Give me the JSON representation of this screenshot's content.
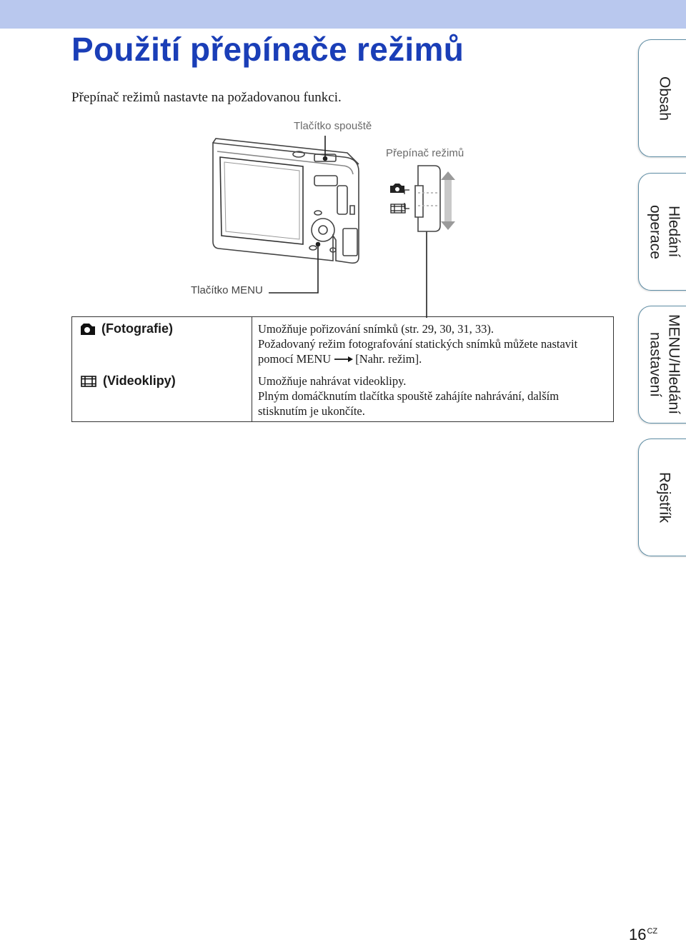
{
  "page": {
    "title": "Použití přepínače režimů",
    "intro": "Přepínač režimů nastavte na požadovanou funkci.",
    "page_number": "16",
    "page_number_suffix": "CZ"
  },
  "figure": {
    "shutter_label": "Tlačítko spouště",
    "switch_label": "Přepínač režimů",
    "menu_label": "Tlačítko MENU",
    "icons": [
      "camera-icon",
      "movie-icon"
    ]
  },
  "modes": [
    {
      "icon": "camera-icon",
      "label": "(Fotografie)",
      "lines": [
        "Umožňuje pořizování snímků (str. 29, 30, 31, 33).",
        "Požadovaný režim fotografování statických snímků můžete nastavit",
        "pomocí MENU",
        "[Nahr. režim]."
      ]
    },
    {
      "icon": "movie-icon",
      "label": "(Videoklipy)",
      "lines": [
        "Umožňuje nahrávat videoklipy.",
        "Plným domáčknutím tlačítka spouště zahájíte nahrávání, dalším",
        "stisknutím je ukončíte."
      ]
    }
  ],
  "side_tabs": [
    {
      "label": "Obsah"
    },
    {
      "label": "Hledání operace",
      "line1": "Hledání",
      "line2": "operace"
    },
    {
      "label": "MENU/Hledání nastavení",
      "line1": "MENU/Hledání",
      "line2": "nastavení"
    },
    {
      "label": "Rejstřík"
    }
  ],
  "colors": {
    "title": "#1a3eb7",
    "top_bar": "#b9c8ee",
    "tab_border": "#5d8ca4"
  }
}
